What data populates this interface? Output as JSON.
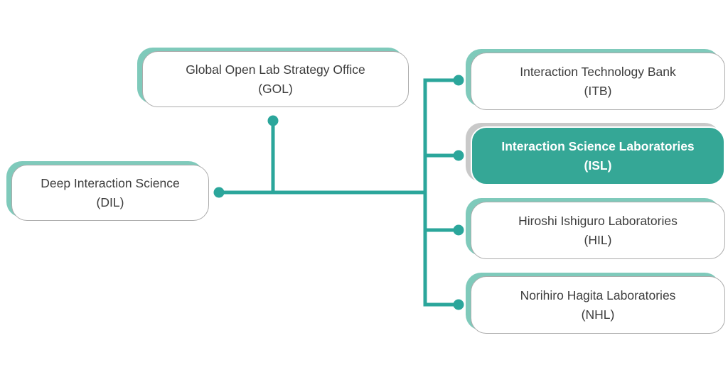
{
  "colors": {
    "line_teal": "#2BA69B",
    "fill_teal": "#35A796",
    "accent_teal": "#7FCABB",
    "accent_gray": "#C9C9C9",
    "border_gray": "#ABABAB",
    "text_dark": "#3C3C3C",
    "text_light": "#FFFFFF",
    "background": "#FFFFFF"
  },
  "nodes": [
    {
      "id": "gol",
      "line1": "Global Open Lab Strategy Office",
      "line2": "(GOL)",
      "highlighted": false
    },
    {
      "id": "dil",
      "line1": "Deep Interaction Science",
      "line2": "(DIL)",
      "highlighted": false
    },
    {
      "id": "itb",
      "line1": "Interaction Technology Bank",
      "line2": "(ITB)",
      "highlighted": false
    },
    {
      "id": "isl",
      "line1": "Interaction Science Laboratories",
      "line2": "(ISL)",
      "highlighted": true
    },
    {
      "id": "hil",
      "line1": "Hiroshi Ishiguro Laboratories",
      "line2": "(HIL)",
      "highlighted": false
    },
    {
      "id": "nhl",
      "line1": "Norihiro Hagita Laboratories",
      "line2": "(NHL)",
      "highlighted": false
    }
  ]
}
